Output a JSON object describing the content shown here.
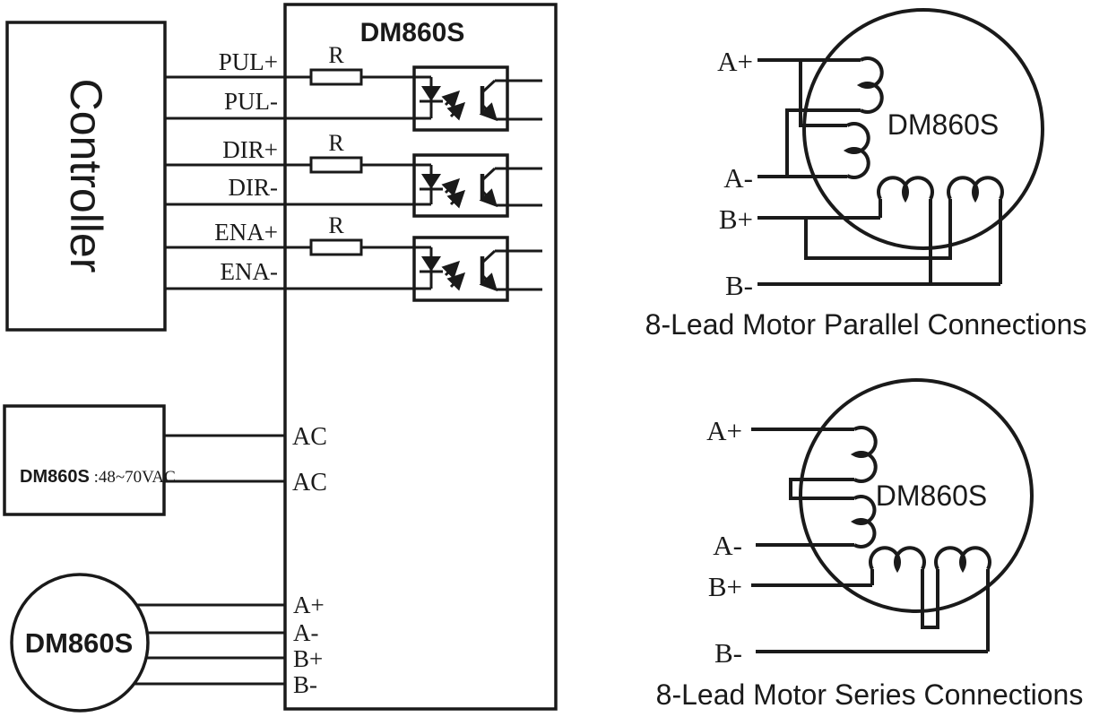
{
  "colors": {
    "ink": "#1a1a1a",
    "background": "#ffffff"
  },
  "wiring": {
    "controller": {
      "label": "Controller"
    },
    "driver": {
      "title": "DM860S",
      "inputs": [
        "PUL+",
        "PUL-",
        "DIR+",
        "DIR-",
        "ENA+",
        "ENA-"
      ],
      "resistor_labels": [
        "R",
        "R",
        "R"
      ],
      "ac_terminals": [
        "AC",
        "AC"
      ],
      "motor_terminals": [
        "A+",
        "A-",
        "B+",
        "B-"
      ]
    },
    "power_supply": {
      "name": "DM860S",
      "spec": " :48~70VAC"
    },
    "motor": {
      "label": "DM860S"
    }
  },
  "parallel_diagram": {
    "motor_label": "DM860S",
    "terminals": [
      "A+",
      "A-",
      "B+",
      "B-"
    ],
    "caption": "8-Lead Motor Parallel Connections"
  },
  "series_diagram": {
    "motor_label": "DM860S",
    "terminals": [
      "A+",
      "A-",
      "B+",
      "B-"
    ],
    "caption": "8-Lead Motor Series Connections"
  }
}
